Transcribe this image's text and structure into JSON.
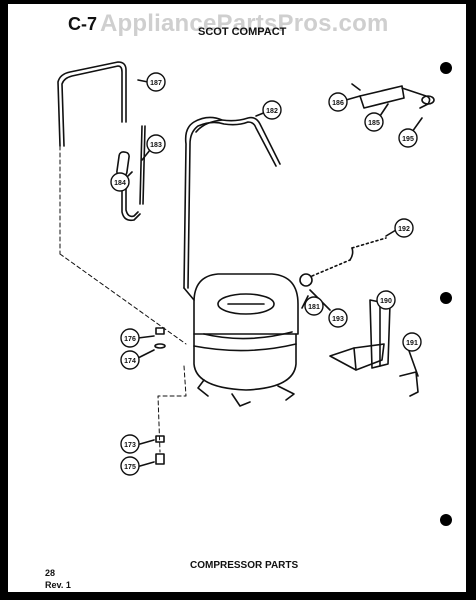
{
  "header": {
    "page_code": "C-7",
    "watermark": "AppliancePartsPros.com",
    "model": "SCOT COMPACT"
  },
  "footer": {
    "caption": "COMPRESSOR PARTS",
    "page_number": "28",
    "revision": "Rev. 1"
  },
  "callouts": [
    "187",
    "182",
    "186",
    "185",
    "195",
    "183",
    "184",
    "192",
    "181",
    "193",
    "190",
    "191",
    "176",
    "174",
    "173",
    "175"
  ]
}
